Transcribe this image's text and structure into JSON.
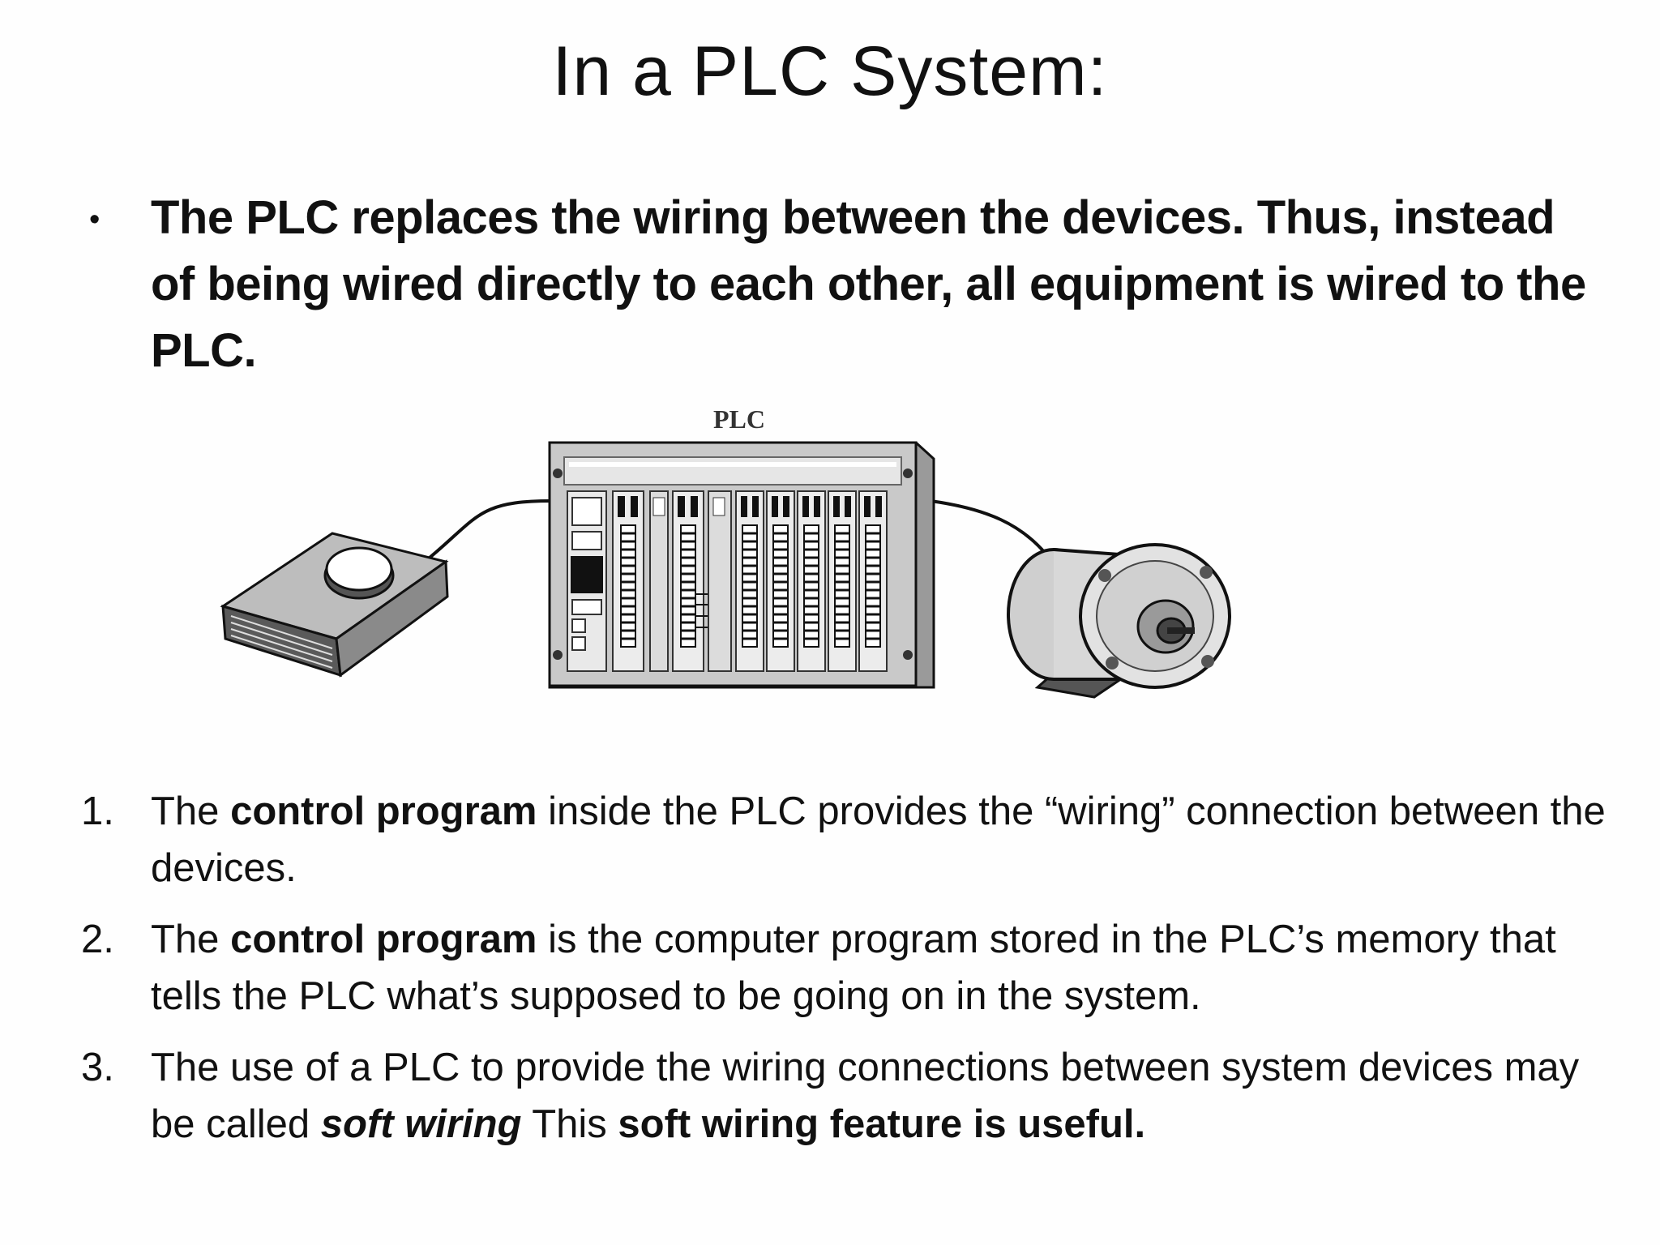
{
  "slide": {
    "title": "In a PLC System:",
    "bullet_symbol": "•",
    "bullet_text": "The PLC replaces the wiring between the devices. Thus, instead of being wired directly to each other, all equipment is wired to the PLC."
  },
  "diagram": {
    "plc_label": "PLC",
    "devices": [
      "foot-switch",
      "plc-rack",
      "motor"
    ]
  },
  "list": [
    {
      "number": "1.",
      "pre": "The ",
      "bold": "control program",
      "post": " inside the PLC provides the “wiring” connection between the devices."
    },
    {
      "number": "2.",
      "pre": "The ",
      "bold": "control program",
      "post": " is the computer program stored in the PLC’s memory that tells the PLC what’s supposed to be going on in the system."
    },
    {
      "number": "3.",
      "pre": "The use of a PLC to provide the wiring connections between system devices may be called ",
      "bold_italic": "soft wiring",
      "mid": " This ",
      "bold2": "soft wiring feature is useful."
    }
  ]
}
